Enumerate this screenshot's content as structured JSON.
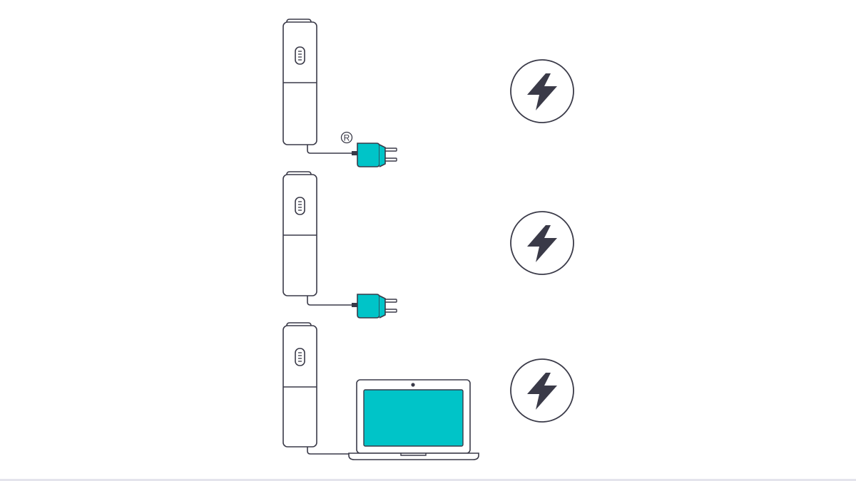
{
  "diagram": {
    "registered_marker": "R",
    "rows": [
      {
        "device": "power-bank",
        "source": "wall-charger",
        "status": "lightning-bolt-icon",
        "source_label": ""
      },
      {
        "device": "power-bank",
        "source": "wall-charger",
        "status": "lightning-bolt-icon",
        "source_label": ""
      },
      {
        "device": "power-bank",
        "source": "laptop",
        "status": "lightning-bolt-icon",
        "source_label": ""
      }
    ]
  },
  "colors": {
    "outline": "#3a3a48",
    "accent": "#00c4c8",
    "background": "#ffffff",
    "rule": "#e4e4ec"
  }
}
